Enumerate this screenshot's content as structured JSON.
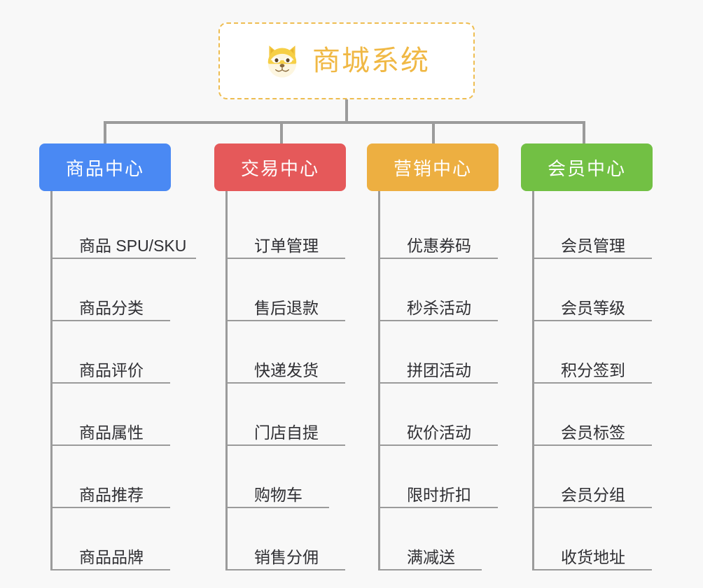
{
  "canvas": {
    "background_color": "#f8f8f8",
    "line_color": "#9b9b9b"
  },
  "root": {
    "title": "商城系统",
    "icon": "shiba-dog-face-icon",
    "text_color": "#f0b844",
    "border_color": "#eebd51",
    "background_color": "#ffffff"
  },
  "categories": [
    {
      "label": "商品中心",
      "color": "#4a89f3",
      "items": [
        {
          "label": "商品 SPU/SKU",
          "underline_width": 205
        },
        {
          "label": "商品分类",
          "underline_width": 168
        },
        {
          "label": "商品评价",
          "underline_width": 168
        },
        {
          "label": "商品属性",
          "underline_width": 168
        },
        {
          "label": "商品推荐",
          "underline_width": 168
        },
        {
          "label": "商品品牌",
          "underline_width": 168
        }
      ]
    },
    {
      "label": "交易中心",
      "color": "#e5595a",
      "items": [
        {
          "label": "订单管理",
          "underline_width": 168
        },
        {
          "label": "售后退款",
          "underline_width": 168
        },
        {
          "label": "快递发货",
          "underline_width": 168
        },
        {
          "label": "门店自提",
          "underline_width": 168
        },
        {
          "label": "购物车",
          "underline_width": 145
        },
        {
          "label": "销售分佣",
          "underline_width": 168
        }
      ]
    },
    {
      "label": "营销中心",
      "color": "#edaf41",
      "items": [
        {
          "label": "优惠券码",
          "underline_width": 168
        },
        {
          "label": "秒杀活动",
          "underline_width": 168
        },
        {
          "label": "拼团活动",
          "underline_width": 168
        },
        {
          "label": "砍价活动",
          "underline_width": 168
        },
        {
          "label": "限时折扣",
          "underline_width": 168
        },
        {
          "label": "满减送",
          "underline_width": 145
        }
      ]
    },
    {
      "label": "会员中心",
      "color": "#72c044",
      "items": [
        {
          "label": "会员管理",
          "underline_width": 168
        },
        {
          "label": "会员等级",
          "underline_width": 168
        },
        {
          "label": "积分签到",
          "underline_width": 168
        },
        {
          "label": "会员标签",
          "underline_width": 168
        },
        {
          "label": "会员分组",
          "underline_width": 168
        },
        {
          "label": "收货地址",
          "underline_width": 168
        }
      ]
    }
  ]
}
